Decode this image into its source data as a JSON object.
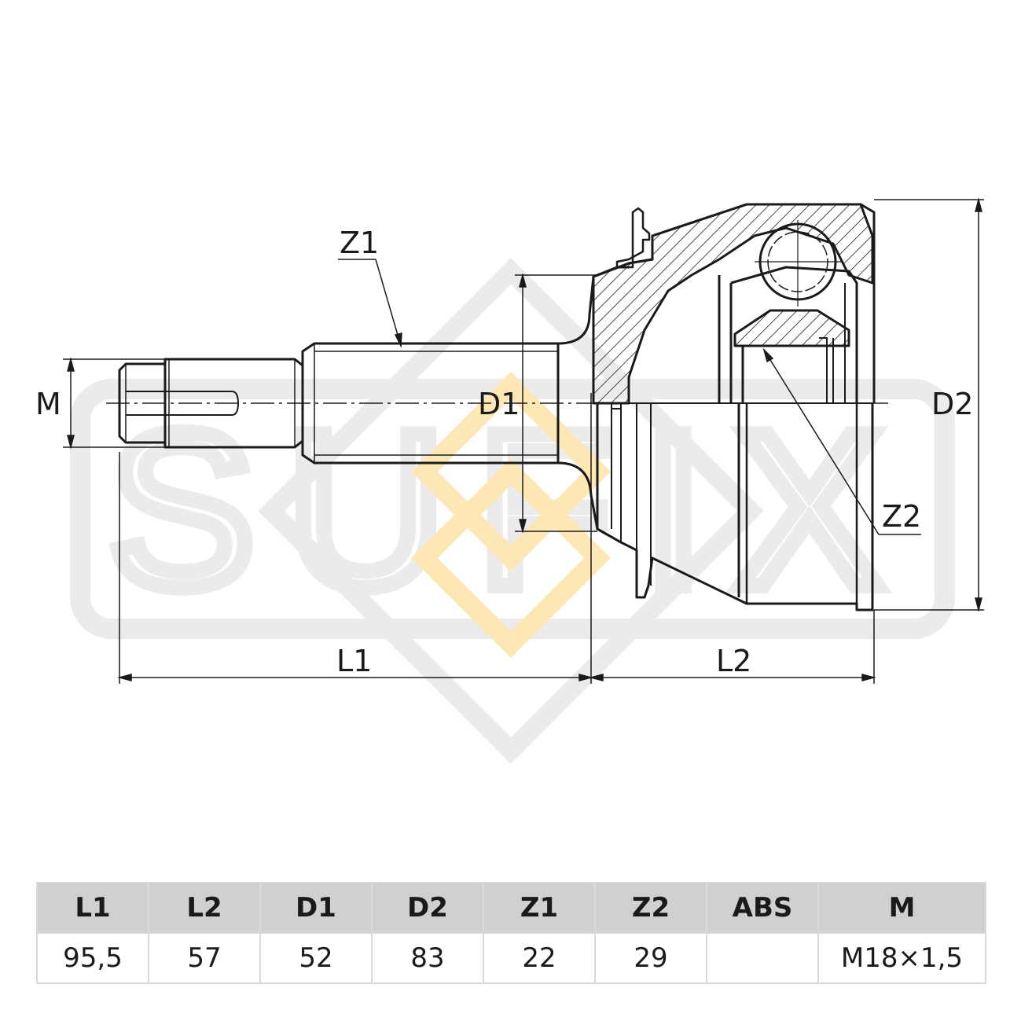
{
  "watermark": {
    "text": "SUFIX",
    "color_gray": "#ebebeb",
    "color_gold": "#fde7b5"
  },
  "drawing": {
    "labels": {
      "z1": "Z1",
      "z2": "Z2",
      "d1": "D1",
      "d2": "D2",
      "m": "M",
      "l1": "L1",
      "l2": "L2"
    },
    "line_color": "#1a1a1a"
  },
  "specs": {
    "headers": [
      "L1",
      "L2",
      "D1",
      "D2",
      "Z1",
      "Z2",
      "ABS",
      "M"
    ],
    "values": [
      "95,5",
      "57",
      "52",
      "83",
      "22",
      "29",
      "",
      "M18×1,5"
    ]
  }
}
